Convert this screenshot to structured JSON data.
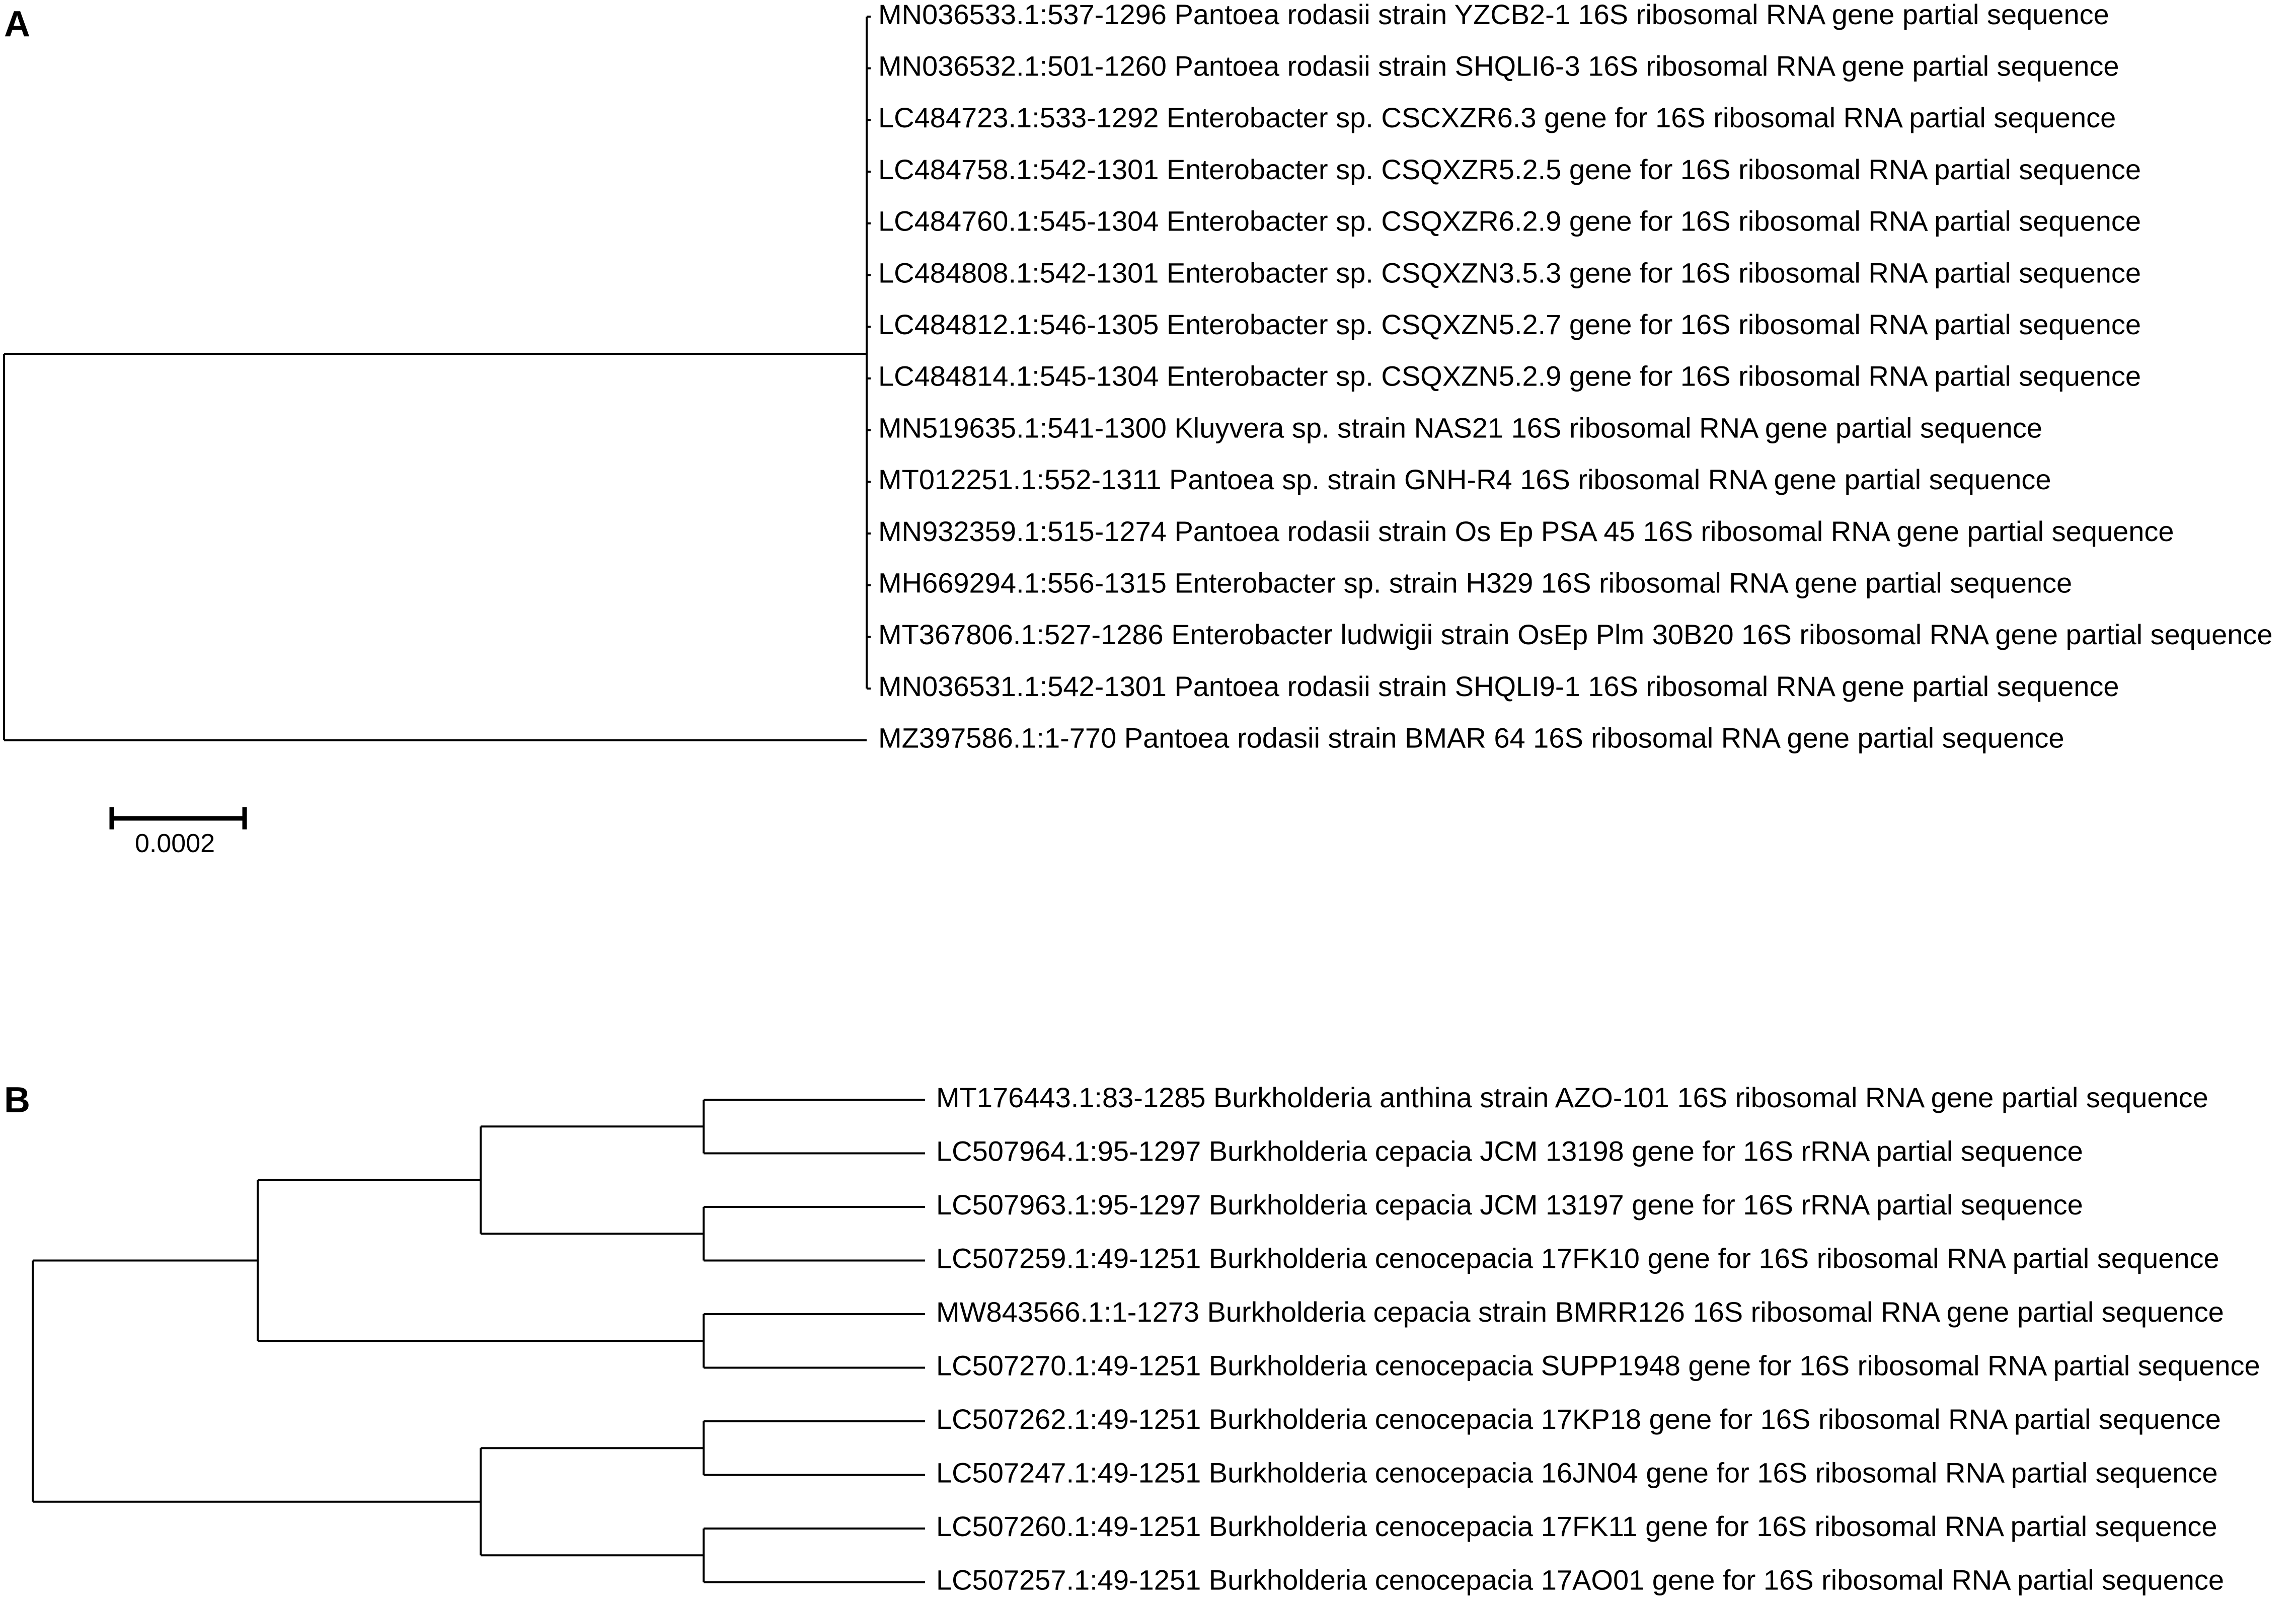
{
  "panels": [
    {
      "id": "A",
      "letter": "A",
      "line_color": "#000000",
      "leaves": [
        "MN036533.1:537-1296 Pantoea rodasii strain YZCB2-1 16S ribosomal RNA gene partial sequence",
        "MN036532.1:501-1260 Pantoea rodasii strain SHQLI6-3 16S ribosomal RNA gene partial sequence",
        "LC484723.1:533-1292 Enterobacter sp. CSCXZR6.3 gene for 16S ribosomal RNA partial sequence",
        "LC484758.1:542-1301 Enterobacter sp. CSQXZR5.2.5 gene for 16S ribosomal RNA partial sequence",
        "LC484760.1:545-1304 Enterobacter sp. CSQXZR6.2.9 gene for 16S ribosomal RNA partial sequence",
        "LC484808.1:542-1301 Enterobacter sp. CSQXZN3.5.3 gene for 16S ribosomal RNA partial sequence",
        "LC484812.1:546-1305 Enterobacter sp. CSQXZN5.2.7 gene for 16S ribosomal RNA partial sequence",
        "LC484814.1:545-1304 Enterobacter sp. CSQXZN5.2.9 gene for 16S ribosomal RNA partial sequence",
        "MN519635.1:541-1300 Kluyvera sp. strain NAS21 16S ribosomal RNA gene partial sequence",
        "MT012251.1:552-1311 Pantoea sp. strain GNH-R4 16S ribosomal RNA gene partial sequence",
        "MN932359.1:515-1274 Pantoea rodasii strain Os Ep PSA 45 16S ribosomal RNA gene partial sequence",
        "MH669294.1:556-1315 Enterobacter sp. strain H329 16S ribosomal RNA gene partial sequence",
        "MT367806.1:527-1286 Enterobacter ludwigii strain OsEp Plm 30B20 16S ribosomal RNA gene partial sequence",
        "MN036531.1:542-1301 Pantoea rodasii strain SHQLI9-1 16S ribosomal RNA gene partial sequence",
        "MZ397586.1:1-770 Pantoea rodasii strain BMAR 64 16S ribosomal RNA gene partial sequence"
      ],
      "scale_bar": {
        "label": "0.0002",
        "value": 0.0002
      }
    },
    {
      "id": "B",
      "letter": "B",
      "line_color": "#000000",
      "leaves": [
        "MT176443.1:83-1285 Burkholderia anthina strain AZO-101 16S ribosomal RNA gene partial sequence",
        "LC507964.1:95-1297 Burkholderia cepacia JCM 13198 gene for 16S rRNA partial sequence",
        "LC507963.1:95-1297 Burkholderia cepacia JCM 13197 gene for 16S rRNA partial sequence",
        "LC507259.1:49-1251 Burkholderia cenocepacia 17FK10 gene for 16S ribosomal RNA partial sequence",
        "MW843566.1:1-1273 Burkholderia cepacia strain BMRR126 16S ribosomal RNA gene partial sequence",
        "LC507270.1:49-1251 Burkholderia cenocepacia SUPP1948 gene for 16S ribosomal RNA partial sequence",
        "LC507262.1:49-1251 Burkholderia cenocepacia 17KP18 gene for 16S ribosomal RNA partial sequence",
        "LC507247.1:49-1251 Burkholderia cenocepacia 16JN04 gene for 16S ribosomal RNA partial sequence",
        "LC507260.1:49-1251 Burkholderia cenocepacia 17FK11 gene for 16S ribosomal RNA partial sequence",
        "LC507257.1:49-1251 Burkholderia cenocepacia 17AO01 gene for 16S ribosomal RNA partial sequence"
      ]
    }
  ]
}
